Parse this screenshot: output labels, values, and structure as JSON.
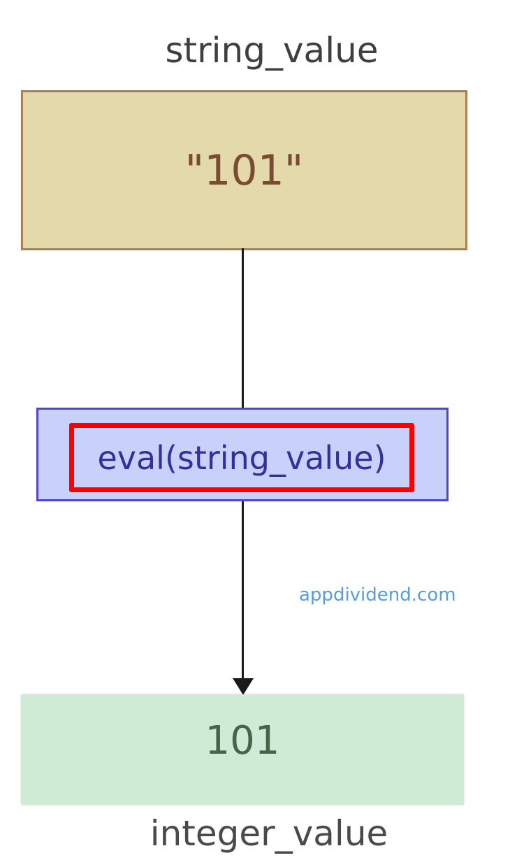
{
  "diagram": {
    "nodes": {
      "input": {
        "label": "string_value",
        "value": "\"101\"",
        "fill": "#e4d9aa",
        "stroke": "#ae7e4f",
        "text_color": "#7a4b32"
      },
      "operation": {
        "value": "eval(string_value)",
        "fill": "#c8d1f9",
        "stroke": "#4d45d9",
        "text_color": "#34309b",
        "highlight_color": "#ff0000"
      },
      "output": {
        "label": "integer_value",
        "value": "101",
        "fill": "#cfebd6",
        "text_color": "#456448"
      }
    },
    "edges": [
      {
        "from": "input",
        "to": "operation",
        "arrow": false
      },
      {
        "from": "operation",
        "to": "output",
        "arrow": true
      }
    ],
    "watermark": "appdividend.com"
  }
}
